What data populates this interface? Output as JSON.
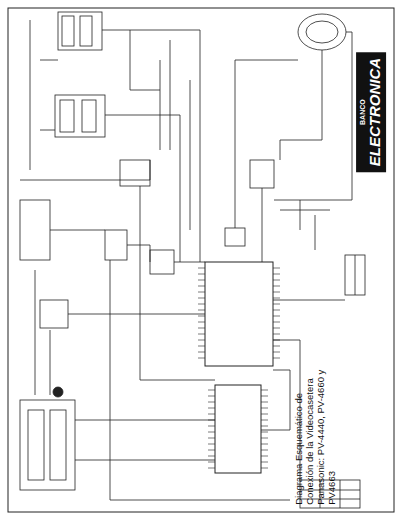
{
  "diagram": {
    "title": "Diagrama Esquemático de Conexión de la Videocasetera Panasonic: PV-4440, PV-4660 y PV4663",
    "nodes": [
      {
        "text": [
          "BANCO",
          "ELECTRONICA"
        ]
      }
    ]
  }
}
